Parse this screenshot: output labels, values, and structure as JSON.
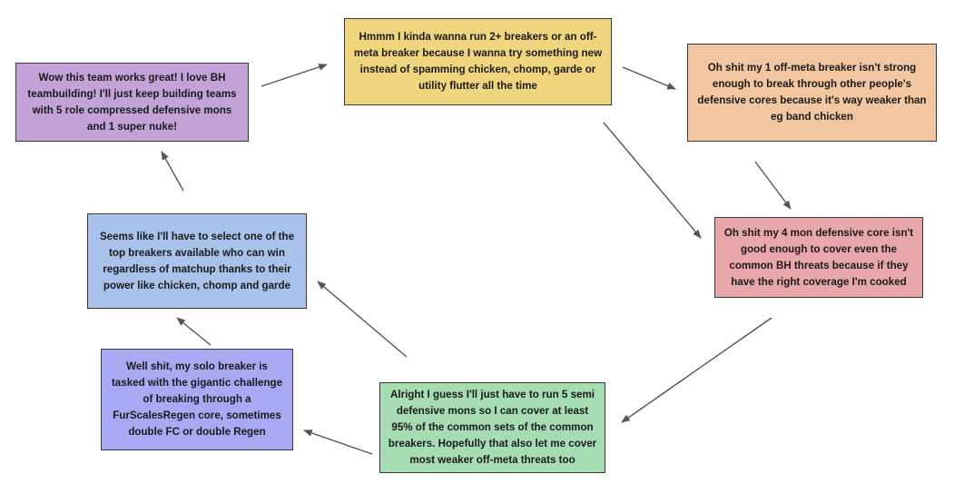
{
  "diagram": {
    "type": "cycle",
    "nodes": [
      {
        "id": "n1",
        "text": "Wow this team works great! I love BH teambuilding! I'll just keep building teams with 5 role compressed defensive mons and 1 super nuke!",
        "color": "#c3a2d8"
      },
      {
        "id": "n2",
        "text": "Hmmm I kinda wanna run 2+ breakers or an off-meta breaker because I wanna try something new instead of spamming chicken, chomp, garde or utility flutter all the time",
        "color": "#f0d47e"
      },
      {
        "id": "n3",
        "text": "Oh shit my 1 off-meta breaker isn't strong enough to break through other people's defensive cores because it's way weaker than eg band chicken",
        "color": "#f2c6a0"
      },
      {
        "id": "n4",
        "text": "Oh shit my 4 mon defensive core isn't good enough to cover even the common BH threats because if they have the right coverage I'm cooked",
        "color": "#e8a7ab"
      },
      {
        "id": "n5",
        "text": "Alright I guess I'll just have to run 5 semi defensive mons so I can cover at least 95% of the common sets of the common breakers. Hopefully that also let me cover most weaker off-meta threats too",
        "color": "#a6dcb2"
      },
      {
        "id": "n6",
        "text": "Well shit, my solo breaker is tasked with the gigantic challenge of breaking through a FurScalesRegen core, sometimes double FC or double Regen",
        "color": "#a9a8f3"
      },
      {
        "id": "n7",
        "text": "Seems like I'll have to select one of the top breakers available who can win regardless of matchup thanks to their power like chicken, chomp and garde",
        "color": "#a8c2ec"
      }
    ],
    "edges": [
      {
        "from": "n1",
        "to": "n2"
      },
      {
        "from": "n2",
        "to": "n3"
      },
      {
        "from": "n2",
        "to": "n4"
      },
      {
        "from": "n3",
        "to": "n4"
      },
      {
        "from": "n4",
        "to": "n5"
      },
      {
        "from": "n5",
        "to": "n6"
      },
      {
        "from": "n5",
        "to": "n7"
      },
      {
        "from": "n6",
        "to": "n7"
      },
      {
        "from": "n7",
        "to": "n1"
      }
    ],
    "arrow_color": "#555555"
  }
}
